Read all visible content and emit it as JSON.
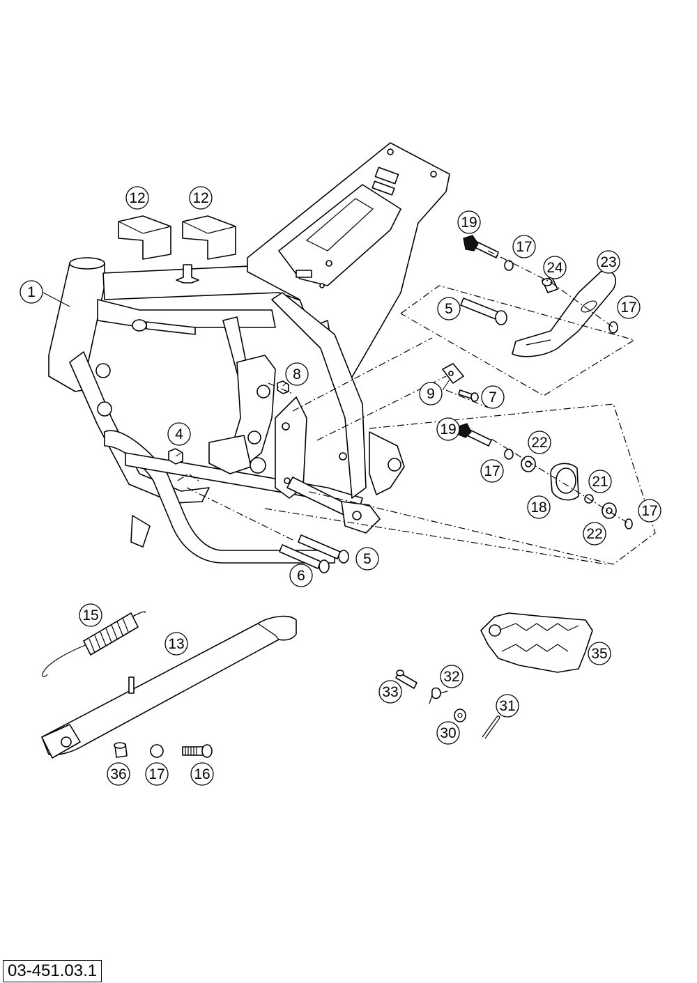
{
  "diagram": {
    "drawing_number": "03-451.03.1",
    "callouts": [
      {
        "key": "c1",
        "label": "1"
      },
      {
        "key": "c12a",
        "label": "12"
      },
      {
        "key": "c12b",
        "label": "12"
      },
      {
        "key": "c4",
        "label": "4"
      },
      {
        "key": "c5a",
        "label": "5"
      },
      {
        "key": "c5b",
        "label": "5"
      },
      {
        "key": "c6",
        "label": "6"
      },
      {
        "key": "c7",
        "label": "7"
      },
      {
        "key": "c8",
        "label": "8"
      },
      {
        "key": "c9",
        "label": "9"
      },
      {
        "key": "c13",
        "label": "13"
      },
      {
        "key": "c15",
        "label": "15"
      },
      {
        "key": "c16",
        "label": "16"
      },
      {
        "key": "c17a",
        "label": "17"
      },
      {
        "key": "c17b",
        "label": "17"
      },
      {
        "key": "c17c",
        "label": "17"
      },
      {
        "key": "c17d",
        "label": "17"
      },
      {
        "key": "c17e",
        "label": "17"
      },
      {
        "key": "c18",
        "label": "18"
      },
      {
        "key": "c19a",
        "label": "19"
      },
      {
        "key": "c19b",
        "label": "19"
      },
      {
        "key": "c21",
        "label": "21"
      },
      {
        "key": "c22a",
        "label": "22"
      },
      {
        "key": "c22b",
        "label": "22"
      },
      {
        "key": "c23",
        "label": "23"
      },
      {
        "key": "c24",
        "label": "24"
      },
      {
        "key": "c30",
        "label": "30"
      },
      {
        "key": "c31",
        "label": "31"
      },
      {
        "key": "c32",
        "label": "32"
      },
      {
        "key": "c33",
        "label": "33"
      },
      {
        "key": "c35",
        "label": "35"
      },
      {
        "key": "c36",
        "label": "36"
      }
    ]
  }
}
